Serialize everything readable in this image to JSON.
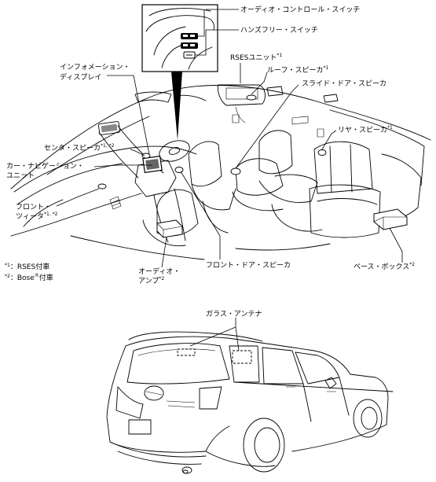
{
  "labels": {
    "audio_control_switch": "オーディオ・コントロール・スイッチ",
    "handsfree_switch": "ハンズフリー・スイッチ",
    "rses_unit": "RSESユニット",
    "rses_unit_sup": "*1",
    "roof_speaker": "ルーフ・スピーカ",
    "roof_speaker_sup": "*1",
    "sliding_door_speaker": "スライド・ドア・スピーカ",
    "info_display_line1": "インフォメーション・",
    "info_display_line2": "ディスプレイ",
    "rear_speaker": "リヤ・スピーカ",
    "rear_speaker_sup": "*1",
    "center_speaker": "センタ・スピーカ",
    "center_speaker_sup": "*1, *2",
    "car_nav_line1": "カー・ナビゲーション・",
    "car_nav_line2": "ユニット",
    "front_tweeter_line1": "フロント・",
    "front_tweeter_line2": "ツィータ",
    "front_tweeter_sup": "*1, *2",
    "audio_amp_line1": "オーディオ・",
    "audio_amp_line2": "アンプ",
    "audio_amp_sup": "*2",
    "front_door_speaker": "フロント・ドア・スピーカ",
    "bass_box": "ベース・ボックス",
    "bass_box_sup": "*2",
    "glass_antenna": "ガラス・アンテナ"
  },
  "footnotes": [
    {
      "mark": "*1",
      "text": "：RSES付車"
    },
    {
      "mark": "*2",
      "text": "：Bose",
      "sup": "®",
      "text2": "付車"
    }
  ]
}
